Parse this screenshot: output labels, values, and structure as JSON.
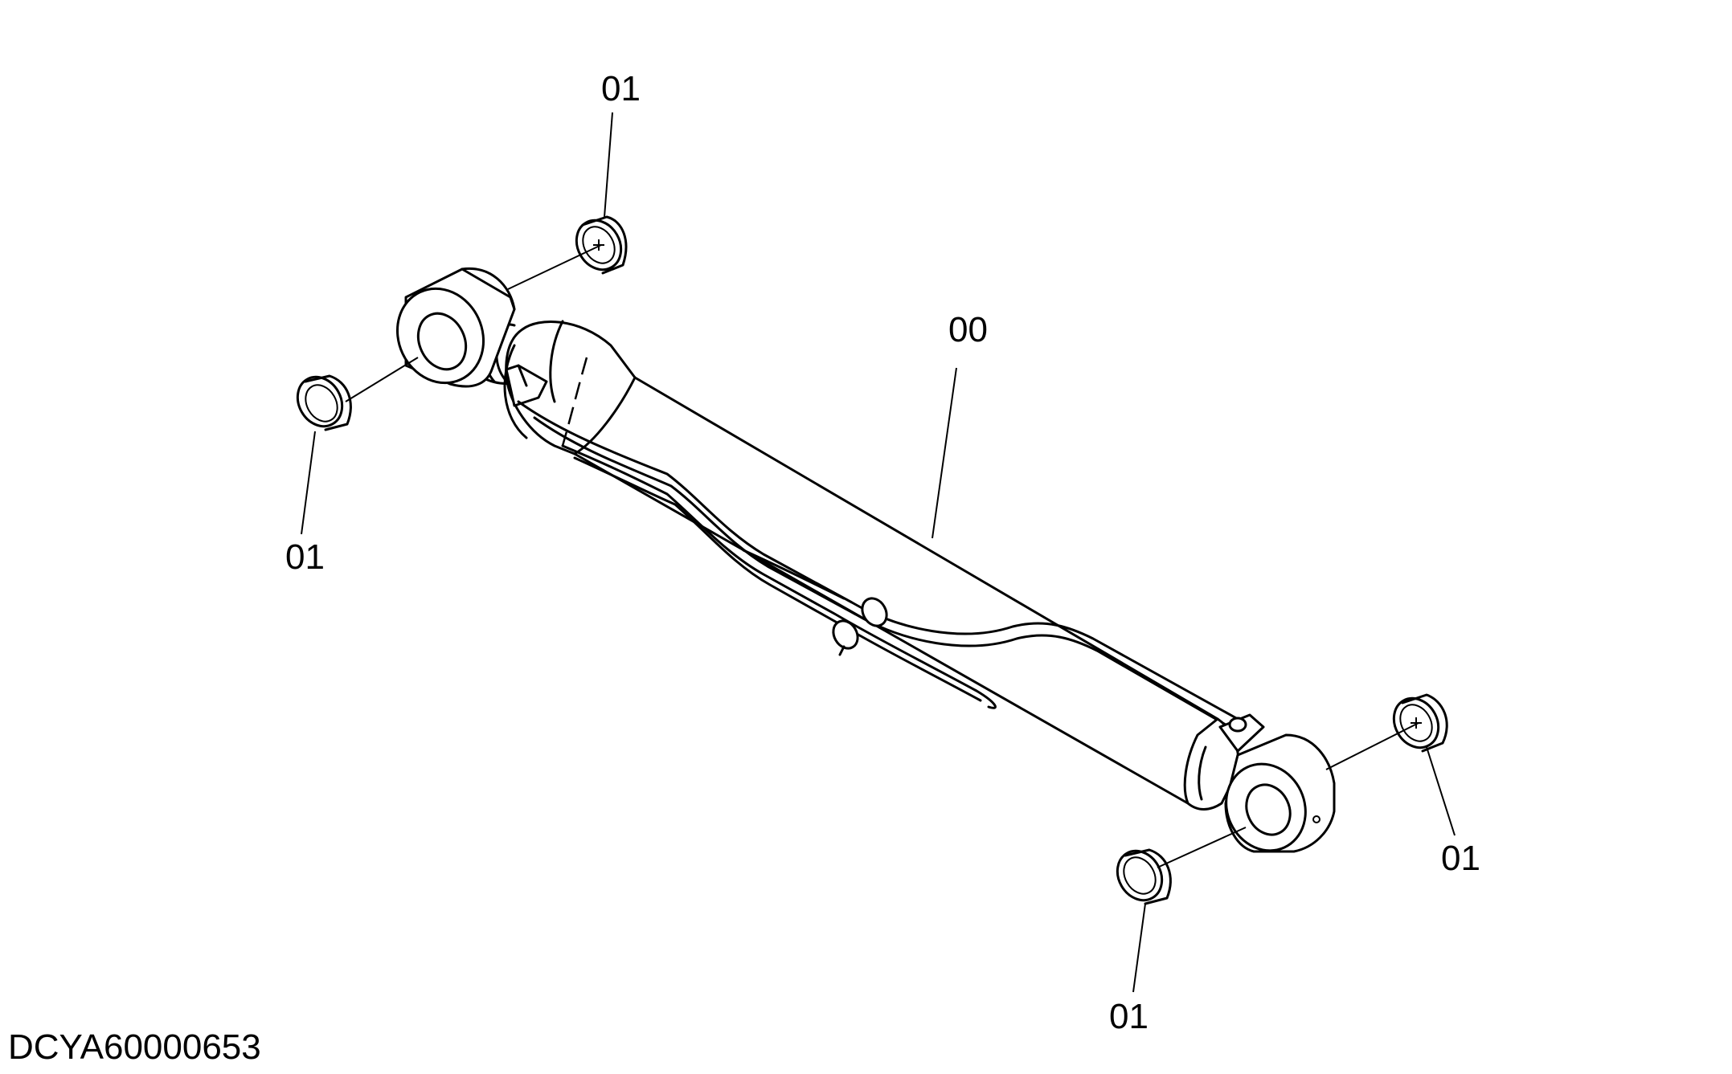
{
  "diagram": {
    "document_id": "DCYA60000653",
    "callouts": [
      {
        "id": "callout-01-top",
        "text": "01"
      },
      {
        "id": "callout-01-left",
        "text": "01"
      },
      {
        "id": "callout-00",
        "text": "00"
      },
      {
        "id": "callout-01-right",
        "text": "01"
      },
      {
        "id": "callout-01-bottom",
        "text": "01"
      }
    ]
  }
}
